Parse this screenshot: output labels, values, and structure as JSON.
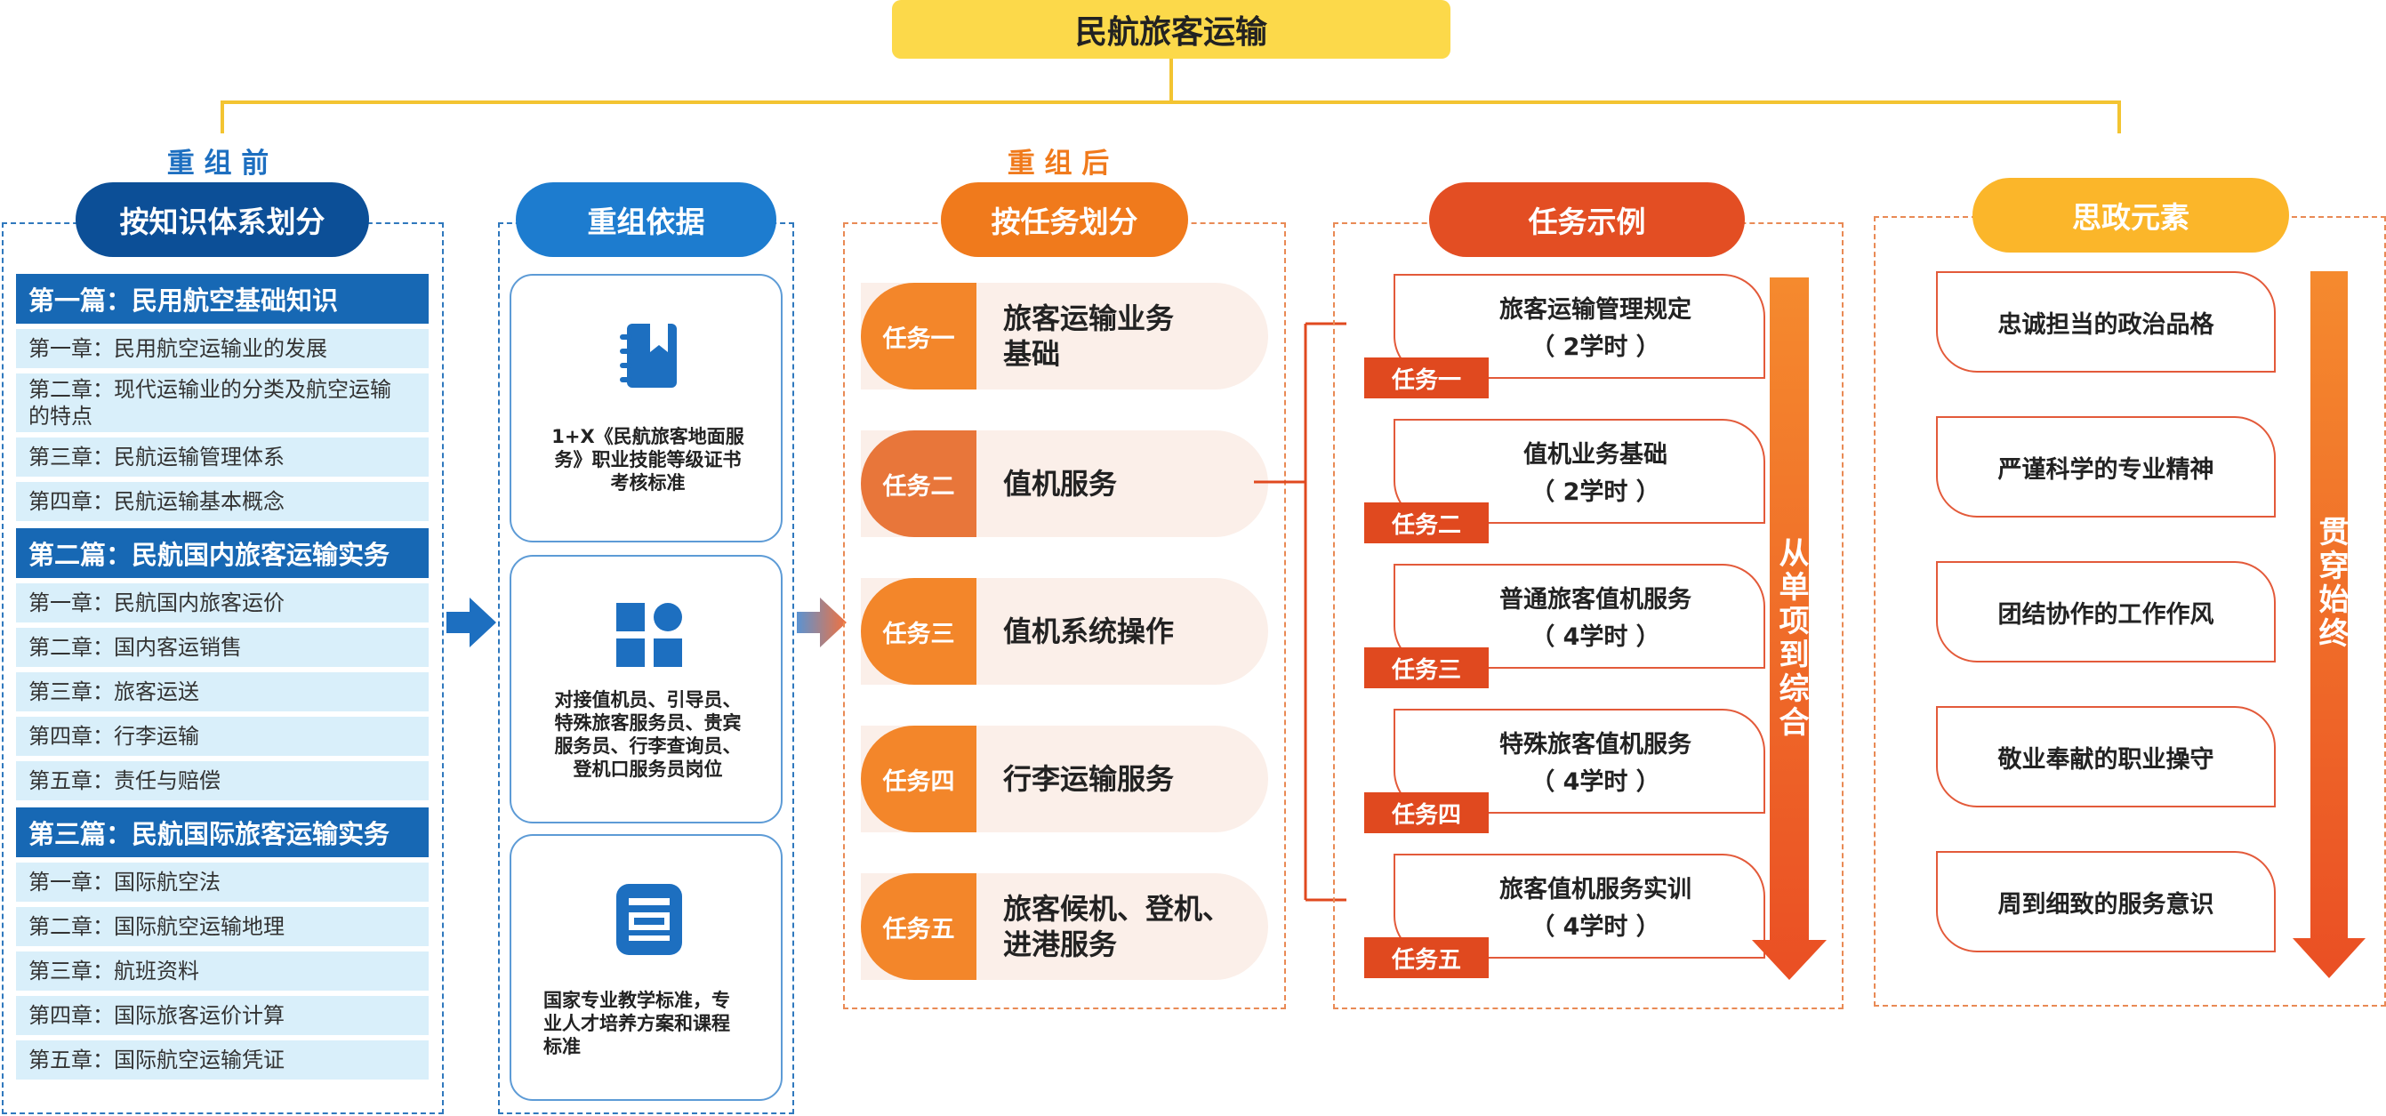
{
  "title": "民航旅客运输",
  "before_label": "重 组 前",
  "after_label": "重 组 后",
  "col1": {
    "header": "按知识体系划分",
    "parts": [
      {
        "title": "第一篇：民用航空基础知识",
        "chapters": [
          "第一章：民用航空运输业的发展",
          "第二章：现代运输业的分类及航空运输\n的特点",
          "第三章：民航运输管理体系",
          "第四章：民航运输基本概念"
        ]
      },
      {
        "title": "第二篇：民航国内旅客运输实务",
        "chapters": [
          "第一章：民航国内旅客运价",
          "第二章：国内客运销售",
          "第三章：旅客运送",
          "第四章：行李运输",
          "第五章：责任与赔偿"
        ]
      },
      {
        "title": "第三篇：民航国际旅客运输实务",
        "chapters": [
          "第一章：国际航空法",
          "第二章：国际航空运输地理",
          "第三章：航班资料",
          "第四章：国际旅客运价计算",
          "第五章：国际航空运输凭证"
        ]
      }
    ]
  },
  "col2": {
    "header": "重组依据",
    "items": [
      {
        "icon": "notebook-icon",
        "text": "1+X《民航旅客地面服\n务》职业技能等级证书\n考核标准"
      },
      {
        "icon": "grid-icon",
        "text": "对接值机员、引导员、\n特殊旅客服务员、贵宾\n服务员、行李查询员、\n登机口服务员岗位"
      },
      {
        "icon": "document-icon",
        "text": "国家专业教学标准，专\n业人才培养方案和课程\n标准"
      }
    ]
  },
  "col3": {
    "header": "按任务划分",
    "tasks": [
      {
        "tag": "任务一",
        "name": "旅客运输业务\n基础"
      },
      {
        "tag": "任务二",
        "name": "值机服务"
      },
      {
        "tag": "任务三",
        "name": "值机系统操作"
      },
      {
        "tag": "任务四",
        "name": "行李运输服务"
      },
      {
        "tag": "任务五",
        "name": "旅客候机、登机、\n进港服务"
      }
    ]
  },
  "col4": {
    "header": "任务示例",
    "examples": [
      {
        "tag": "任务一",
        "line1": "旅客运输管理规定",
        "line2": "（ 2学时 ）"
      },
      {
        "tag": "任务二",
        "line1": "值机业务基础",
        "line2": "（ 2学时 ）"
      },
      {
        "tag": "任务三",
        "line1": "普通旅客值机服务",
        "line2": "（ 4学时 ）"
      },
      {
        "tag": "任务四",
        "line1": "特殊旅客值机服务",
        "line2": "（ 4学时 ）"
      },
      {
        "tag": "任务五",
        "line1": "旅客值机服务实训",
        "line2": "（ 4学时 ）"
      }
    ],
    "arrow_text": "从单项到综合"
  },
  "col5": {
    "header": "思政元素",
    "items": [
      "忠诚担当的政治品格",
      "严谨科学的专业精神",
      "团结协作的工作作风",
      "敬业奉献的职业操守",
      "周到细致的服务意识"
    ],
    "arrow_text": "贯穿始终"
  },
  "colors": {
    "title_bg": "#fcd94a",
    "dark_blue": "#0c4f97",
    "mid_blue": "#1d7ccf",
    "orange": "#f07a1c",
    "red_orange": "#e34e23",
    "gold": "#fbb62a"
  }
}
